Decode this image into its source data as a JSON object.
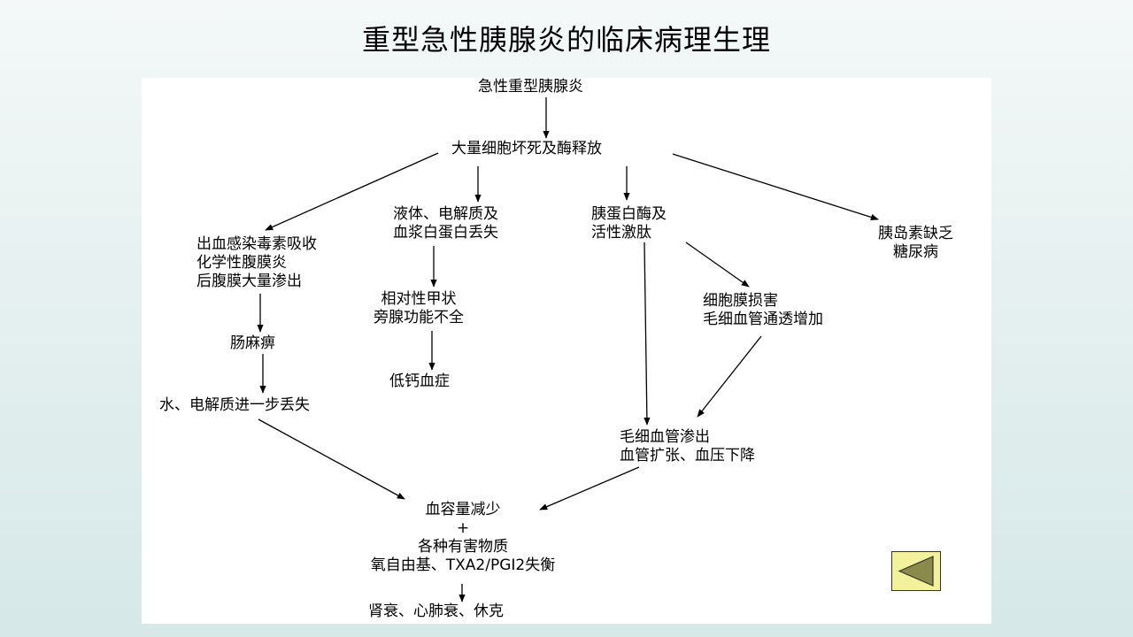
{
  "slide": {
    "title": "重型急性胰腺炎的临床病理生理"
  },
  "diagram": {
    "n1": "急性重型胰腺炎",
    "n2": "大量细胞坏死及酶释放",
    "n3": [
      "出血感染毒素吸收",
      "化学性腹膜炎",
      "后腹膜大量渗出"
    ],
    "n4": [
      "液体、电解质及",
      "血浆白蛋白丢失"
    ],
    "n5": [
      "胰蛋白酶及",
      "活性激肽"
    ],
    "n6": [
      "胰岛素缺乏",
      "糖尿病"
    ],
    "n7": "肠麻痹",
    "n8": "水、电解质进一步丢失",
    "n9": [
      "相对性甲状",
      "旁腺功能不全"
    ],
    "n10": "低钙血症",
    "n11": [
      "细胞膜损害",
      "毛细血管通透增加"
    ],
    "n12": [
      "毛细血管渗出",
      "血管扩张、血压下降"
    ],
    "n13": [
      "血容量减少",
      "+",
      "各种有害物质",
      "氧自由基、TXA2/PGI2失衡"
    ],
    "n14": "肾衰、心肺衰、休克"
  },
  "nav": {
    "back_icon": "back-triangle-icon",
    "button_color": "#f4f19c",
    "icon_color": "#8a8a4a"
  }
}
